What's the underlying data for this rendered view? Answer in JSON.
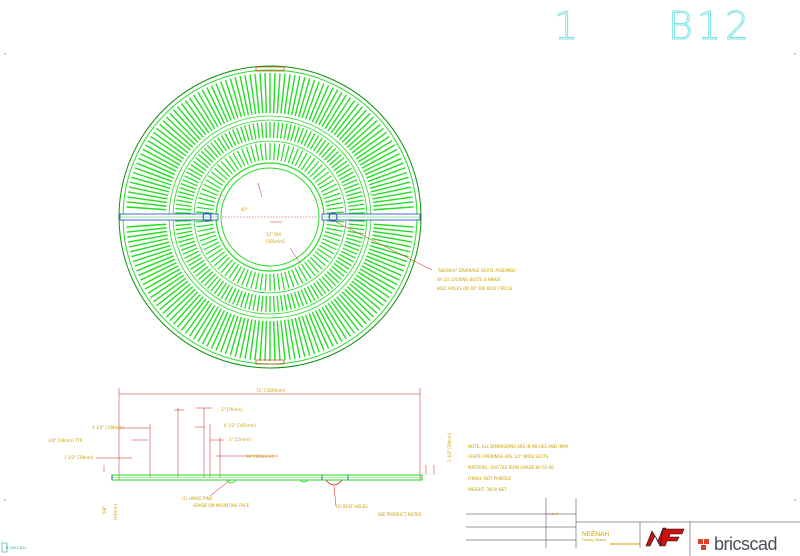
{
  "header": {
    "sheet_number": "1",
    "drawing_code": "B12"
  },
  "grate": {
    "callouts": {
      "inner_angle": "45°",
      "inner_dia_a": "12\" DIA",
      "inner_dia_b": "[305mm]",
      "note_1": "\"NEENAH\" DRAINAGE GRATE ASSEMBLY",
      "note_2": "W/ (2) LOCKING BOLTS & HINGE",
      "note_3": "BOLT HOLES ON 40\" DIA BOLT CIRCLE"
    }
  },
  "section": {
    "overall": "72\" [1829mm]",
    "dim_a": "3\" [76mm]",
    "dim_b": "4 1/4\" [108mm]",
    "dim_c": "6 1/2\" [165mm]",
    "dim_d": "3/4\" [19mm] TYP.",
    "dim_e": "1\" [25mm]",
    "dim_f": "1 1/2\" [38mm]",
    "dim_g": "36\" [914mm]",
    "dim_h": "1 1/2\" [38mm]",
    "dim_v1": "5/8\"",
    "dim_v2": "[16mm]",
    "call_1": "(2) HINGE PINS",
    "call_1b": "GRADE ON MOUNTING FACE",
    "call_2": "(2) BOLT HOLES",
    "call_3": "SEE PRODUCT NOTES"
  },
  "notes": {
    "line1": "NOTE: ALL DIMENSIONS ARE IN INCHES AND (MM).",
    "line2": "GRATE OPENINGS ARE 1/2\" WIDE SLOTS",
    "line3": "MATERIAL:      DUCTILE IRON GRADE 80-55-06",
    "line4": "FINISH:        NOT PAINTED",
    "line5": "WEIGHT:        385# NET"
  },
  "titleblock": {
    "company": "NEENAH",
    "division": "Foundry Division",
    "rev": "1 of 1",
    "brand_pre": "brics",
    "brand_post": "cad",
    "corner_label": "R-5001-B12"
  },
  "colors": {
    "grate_green": "#22dd22",
    "grate_dark": "#0a8f0a",
    "hub_blue": "#2040d0",
    "dim_red": "#cc2020",
    "text_gold": "#c8a000",
    "header_cyan": "#7fe3e3"
  }
}
